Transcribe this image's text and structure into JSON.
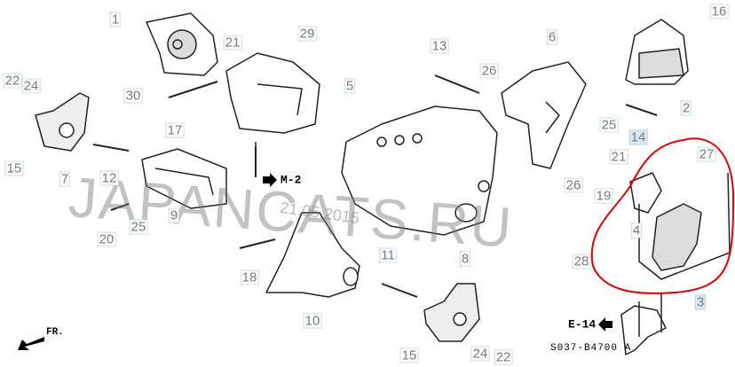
{
  "diagram": {
    "part_labels": [
      "1",
      "29",
      "21",
      "16",
      "30",
      "5",
      "22",
      "24",
      "17",
      "13",
      "26",
      "6",
      "2",
      "25",
      "14",
      "7",
      "15",
      "12",
      "9",
      "20",
      "25",
      "21",
      "27",
      "26",
      "19",
      "4",
      "28",
      "3",
      "11",
      "8",
      "18",
      "10",
      "15",
      "24",
      "22"
    ],
    "highlighted_labels": [
      "14",
      "3"
    ],
    "references": {
      "m2": "M-2",
      "e14": "E-14",
      "front": "FR."
    },
    "diagram_code": "S037-B4700 A",
    "watermark": "JAPANCATS.RU",
    "watermark_date": "21.05.2015",
    "highlight_color": "#e00000"
  }
}
